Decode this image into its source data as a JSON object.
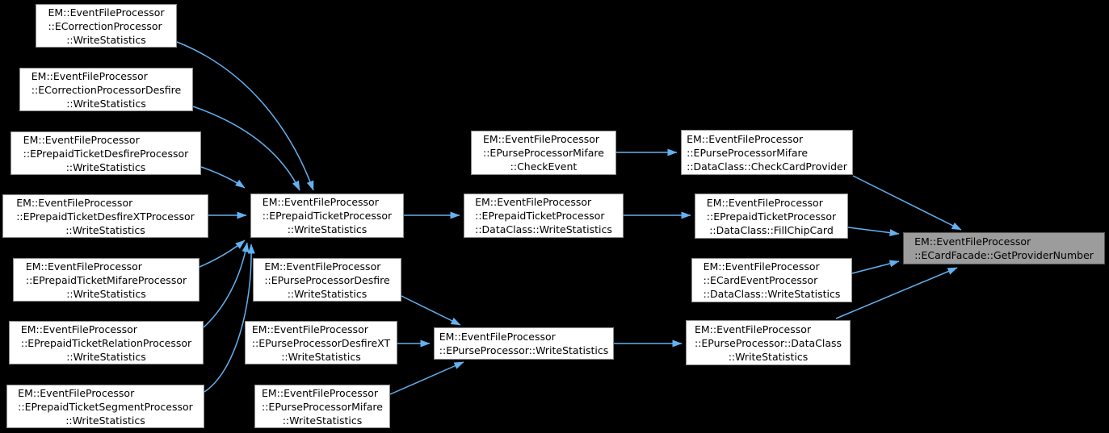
{
  "diagram": {
    "type": "doxygen-caller-graph",
    "background": "#000000",
    "colors": {
      "arrow": "#63B1F0",
      "node_fill": "#ffffff",
      "node_border": "#8c8c8c",
      "node_text": "#000000",
      "highlight_fill": "#9c9c9c",
      "highlight_border": "#555555"
    },
    "nodes": [
      {
        "id": "n1",
        "lines": [
          "EM::EventFileProcessor",
          "::ECorrectionProcessor",
          "::WriteStatistics"
        ],
        "highlight": false
      },
      {
        "id": "n2",
        "lines": [
          "EM::EventFileProcessor",
          "::ECorrectionProcessorDesfire",
          "::WriteStatistics"
        ],
        "highlight": false
      },
      {
        "id": "n3",
        "lines": [
          "EM::EventFileProcessor",
          "::EPrepaidTicketDesfireProcessor",
          "::WriteStatistics"
        ],
        "highlight": false
      },
      {
        "id": "n4",
        "lines": [
          "EM::EventFileProcessor",
          "::EPrepaidTicketDesfireXTProcessor",
          "::WriteStatistics"
        ],
        "highlight": false
      },
      {
        "id": "n5",
        "lines": [
          "EM::EventFileProcessor",
          "::EPrepaidTicketMifareProcessor",
          "::WriteStatistics"
        ],
        "highlight": false
      },
      {
        "id": "n6",
        "lines": [
          "EM::EventFileProcessor",
          "::EPrepaidTicketRelationProcessor",
          "::WriteStatistics"
        ],
        "highlight": false
      },
      {
        "id": "n7",
        "lines": [
          "EM::EventFileProcessor",
          "::EPrepaidTicketSegmentProcessor",
          "::WriteStatistics"
        ],
        "highlight": false
      },
      {
        "id": "n8",
        "lines": [
          "EM::EventFileProcessor",
          "::EPrepaidTicketProcessor",
          "::WriteStatistics"
        ],
        "highlight": false
      },
      {
        "id": "n9",
        "lines": [
          "EM::EventFileProcessor",
          "::EPurseProcessorDesfire",
          "::WriteStatistics"
        ],
        "highlight": false
      },
      {
        "id": "n10",
        "lines": [
          "EM::EventFileProcessor",
          "::EPurseProcessorDesfireXT",
          "::WriteStatistics"
        ],
        "highlight": false
      },
      {
        "id": "n11",
        "lines": [
          "EM::EventFileProcessor",
          "::EPurseProcessorMifare",
          "::WriteStatistics"
        ],
        "highlight": false
      },
      {
        "id": "n12",
        "lines": [
          "EM::EventFileProcessor",
          "::EPurseProcessorMifare",
          "::CheckEvent"
        ],
        "highlight": false
      },
      {
        "id": "n13",
        "lines": [
          "EM::EventFileProcessor",
          "::EPrepaidTicketProcessor",
          "::DataClass::WriteStatistics"
        ],
        "highlight": false
      },
      {
        "id": "n14",
        "lines": [
          "EM::EventFileProcessor",
          "::EPurseProcessor::WriteStatistics"
        ],
        "highlight": false
      },
      {
        "id": "n15",
        "lines": [
          "EM::EventFileProcessor",
          "::EPurseProcessorMifare",
          "::DataClass::CheckCardProvider"
        ],
        "highlight": false
      },
      {
        "id": "n16",
        "lines": [
          "EM::EventFileProcessor",
          "::EPrepaidTicketProcessor",
          "::DataClass::FillChipCard"
        ],
        "highlight": false
      },
      {
        "id": "n17",
        "lines": [
          "EM::EventFileProcessor",
          "::ECardEventProcessor",
          "::DataClass::WriteStatistics"
        ],
        "highlight": false
      },
      {
        "id": "n18",
        "lines": [
          "EM::EventFileProcessor",
          "::EPurseProcessor::DataClass",
          "::WriteStatistics"
        ],
        "highlight": false
      },
      {
        "id": "n19",
        "lines": [
          "EM::EventFileProcessor",
          "::ECardFacade::GetProviderNumber"
        ],
        "highlight": true
      }
    ],
    "edges": [
      {
        "from": "n1",
        "to": "n8"
      },
      {
        "from": "n2",
        "to": "n8"
      },
      {
        "from": "n3",
        "to": "n8"
      },
      {
        "from": "n4",
        "to": "n8"
      },
      {
        "from": "n5",
        "to": "n8"
      },
      {
        "from": "n6",
        "to": "n8"
      },
      {
        "from": "n7",
        "to": "n8"
      },
      {
        "from": "n8",
        "to": "n13"
      },
      {
        "from": "n9",
        "to": "n14"
      },
      {
        "from": "n10",
        "to": "n14"
      },
      {
        "from": "n11",
        "to": "n14"
      },
      {
        "from": "n12",
        "to": "n15"
      },
      {
        "from": "n13",
        "to": "n16"
      },
      {
        "from": "n14",
        "to": "n18"
      },
      {
        "from": "n15",
        "to": "n19"
      },
      {
        "from": "n16",
        "to": "n19"
      },
      {
        "from": "n17",
        "to": "n19"
      },
      {
        "from": "n18",
        "to": "n19"
      }
    ]
  }
}
